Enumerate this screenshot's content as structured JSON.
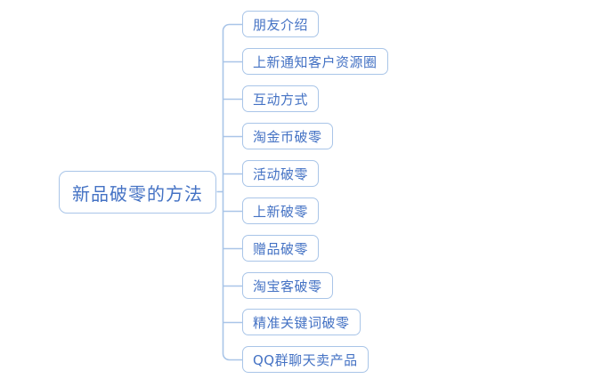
{
  "diagram": {
    "type": "mind-map",
    "title": "新品破零的方法",
    "orientation": "left-to-right",
    "colors": {
      "background": "#ffffff",
      "node_border": "#a9c5e8",
      "node_text": "#4472c4",
      "connector": "#a9c5e8"
    },
    "root": {
      "label": "新品破零的方法"
    },
    "branches": [
      {
        "label": "朋友介绍"
      },
      {
        "label": "上新通知客户资源圈"
      },
      {
        "label": "互动方式"
      },
      {
        "label": "淘金币破零"
      },
      {
        "label": "活动破零"
      },
      {
        "label": "上新破零"
      },
      {
        "label": "赠品破零"
      },
      {
        "label": "淘宝客破零"
      },
      {
        "label": "精准关键词破零"
      },
      {
        "label": "QQ群聊天卖产品"
      }
    ]
  }
}
